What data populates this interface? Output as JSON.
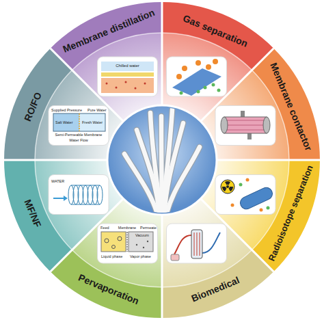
{
  "diagram": {
    "nodes": [
      {
        "text": [
          "Gas separation"
        ]
      },
      {
        "text": [
          "Membrane contactor"
        ]
      },
      {
        "text": [
          "Radioisotope separation"
        ]
      },
      {
        "text": [
          "Biomedical"
        ]
      },
      {
        "text": [
          "Pervaporation"
        ]
      },
      {
        "text": [
          "MF/NF"
        ]
      },
      {
        "text": [
          "RO/FO"
        ]
      },
      {
        "text": [
          "Membrane distillation"
        ]
      }
    ],
    "labels": [
      "Chilled water",
      "Supplied Pressure",
      "Pure Water",
      "Salt Water",
      "Fresh Water",
      "Semi-Permeable Membrane",
      "Water Flow",
      "WATER",
      "Feed",
      "Membrane",
      "Permeate",
      "Vacuum",
      "Liquid phase",
      "Vapor phase"
    ]
  }
}
